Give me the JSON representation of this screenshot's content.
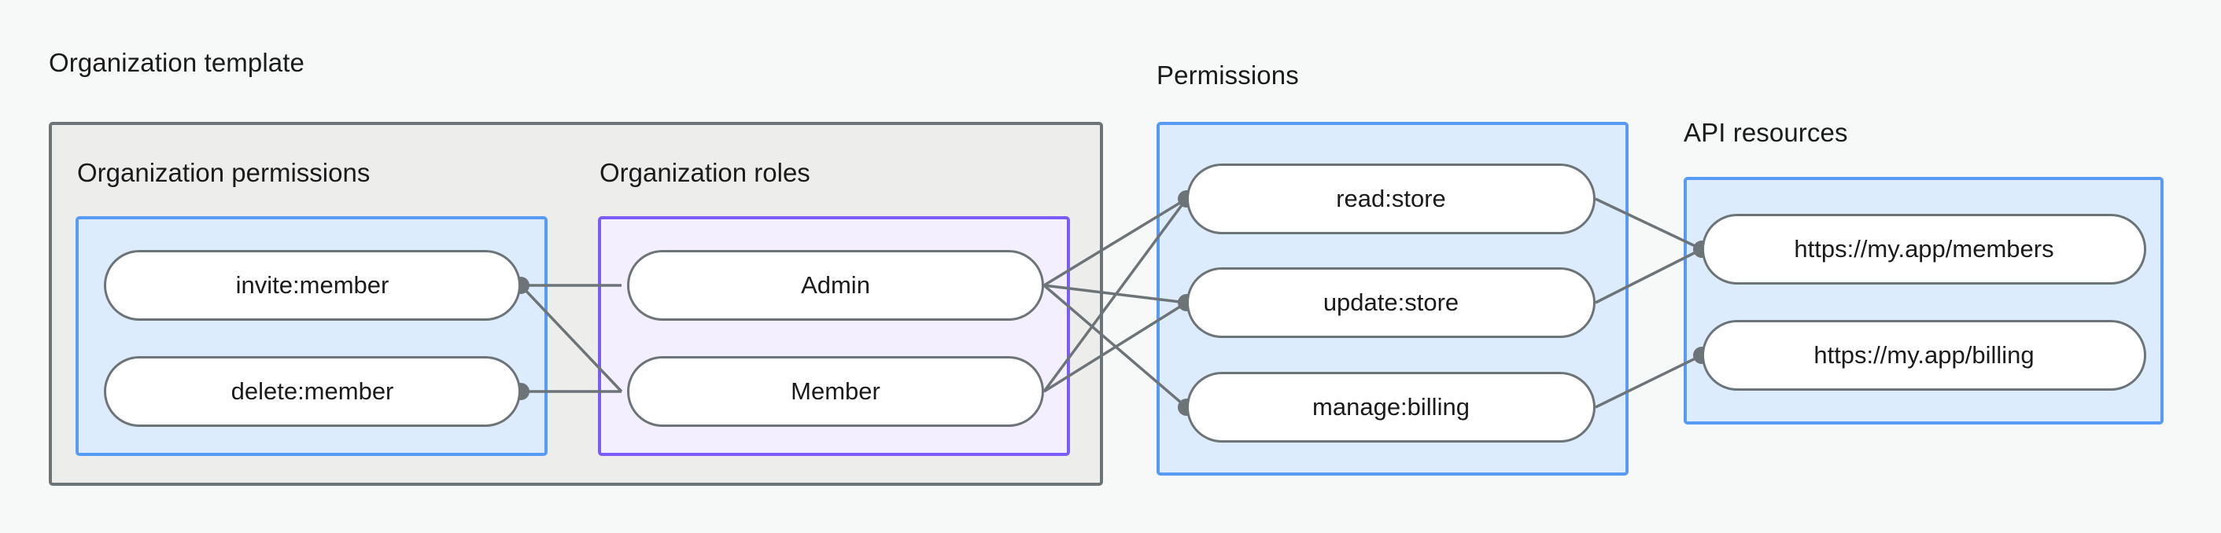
{
  "diagram": {
    "title_groups": [
      {
        "id": "organization-template",
        "label": "Organization template"
      },
      {
        "id": "permissions",
        "label": "Permissions"
      },
      {
        "id": "api-resources",
        "label": "API resources"
      }
    ],
    "sub_groups": [
      {
        "id": "organization-permissions",
        "label": "Organization permissions"
      },
      {
        "id": "organization-roles",
        "label": "Organization roles"
      }
    ],
    "colors": {
      "background": "#f7f8f8",
      "outer_border": "#6d7478",
      "outer_fill": "#ededec",
      "blue_border": "#579bf7",
      "blue_fill": "#ddecfd",
      "purple_border": "#7b5cf8",
      "purple_fill": "#f4effe",
      "node_border": "#6d7478",
      "node_fill": "#ffffff",
      "edge": "#6d7478",
      "text": "#1b1b1b"
    },
    "nodes": {
      "org_permissions": [
        {
          "id": "invite-member",
          "label": "invite:member"
        },
        {
          "id": "delete-member",
          "label": "delete:member"
        }
      ],
      "org_roles": [
        {
          "id": "admin",
          "label": "Admin"
        },
        {
          "id": "member",
          "label": "Member"
        }
      ],
      "permissions": [
        {
          "id": "read-store",
          "label": "read:store"
        },
        {
          "id": "update-store",
          "label": "update:store"
        },
        {
          "id": "manage-billing",
          "label": "manage:billing"
        }
      ],
      "api_resources": [
        {
          "id": "members-url",
          "label": "https://my.app/members"
        },
        {
          "id": "billing-url",
          "label": "https://my.app/billing"
        }
      ]
    },
    "edges": [
      {
        "from": "invite-member",
        "to": "admin"
      },
      {
        "from": "invite-member",
        "to": "member"
      },
      {
        "from": "delete-member",
        "to": "member"
      },
      {
        "from": "admin",
        "to": "read-store"
      },
      {
        "from": "admin",
        "to": "update-store"
      },
      {
        "from": "admin",
        "to": "manage-billing"
      },
      {
        "from": "member",
        "to": "read-store"
      },
      {
        "from": "member",
        "to": "update-store"
      },
      {
        "from": "read-store",
        "to": "members-url"
      },
      {
        "from": "update-store",
        "to": "members-url"
      },
      {
        "from": "manage-billing",
        "to": "billing-url"
      }
    ]
  }
}
